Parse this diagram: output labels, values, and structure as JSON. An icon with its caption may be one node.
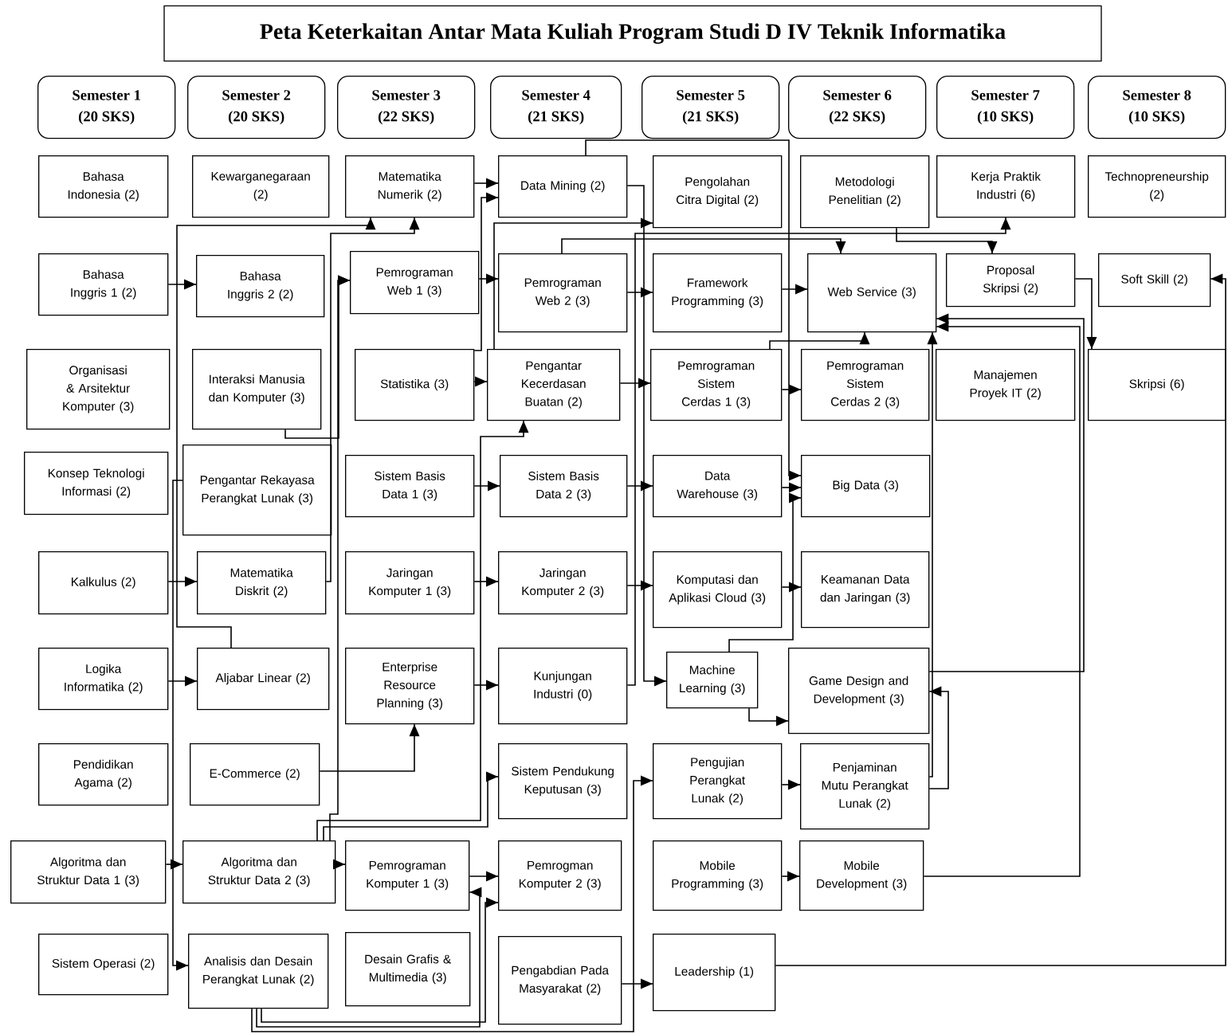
{
  "diagram": {
    "title": "Peta Keterkaitan Antar Mata Kuliah Program Studi D IV Teknik Informatika",
    "nodes": [
      {
        "text": [
          "Semester 1",
          "(20 SKS)"
        ]
      },
      {
        "text": [
          "Semester 2",
          "(20 SKS)"
        ]
      },
      {
        "text": [
          "Semester 3",
          "(22 SKS)"
        ]
      },
      {
        "text": [
          "Semester 4",
          "(21 SKS)"
        ]
      },
      {
        "text": [
          "Semester 5",
          "(21 SKS)"
        ]
      },
      {
        "text": [
          "Semester 6",
          "(22 SKS)"
        ]
      },
      {
        "text": [
          "Semester 7",
          "(10 SKS)"
        ]
      },
      {
        "text": [
          "Semester 8",
          "(10 SKS)"
        ]
      },
      {
        "text": [
          "Bahasa Indonesia (2)"
        ]
      },
      {
        "text": [
          "Bahasa Inggris 1 (2)"
        ]
      },
      {
        "text": [
          "Organisasi & Arsitektur Komputer (3)"
        ]
      },
      {
        "text": [
          "Konsep Teknologi Informasi (2)"
        ]
      },
      {
        "text": [
          "Kalkulus (2)"
        ]
      },
      {
        "text": [
          "Logika Informatika (2)"
        ]
      },
      {
        "text": [
          "Pendidikan Agama (2)"
        ]
      },
      {
        "text": [
          "Algoritma dan Struktur Data 1 (3)"
        ]
      },
      {
        "text": [
          "Sistem Operasi (2)"
        ]
      },
      {
        "text": [
          "Kewarganegaraan (2)"
        ]
      },
      {
        "text": [
          "Bahasa Inggris 2 (2)"
        ]
      },
      {
        "text": [
          "Interaksi Manusia dan Komputer (3)"
        ]
      },
      {
        "text": [
          "Pengantar Rekayasa Perangkat Lunak (3)"
        ]
      },
      {
        "text": [
          "Matematika Diskrit (2)"
        ]
      },
      {
        "text": [
          "Aljabar Linear (2)"
        ]
      },
      {
        "text": [
          "E-Commerce (2)"
        ]
      },
      {
        "text": [
          "Algoritma dan Struktur Data 2 (3)"
        ]
      },
      {
        "text": [
          "Analisis dan Desain Perangkat Lunak (2)"
        ]
      },
      {
        "text": [
          "Matematika Numerik (2)"
        ]
      },
      {
        "text": [
          "Pemrograman Web 1 (3)"
        ]
      },
      {
        "text": [
          "Statistika (3)"
        ]
      },
      {
        "text": [
          "Sistem Basis Data 1 (3)"
        ]
      },
      {
        "text": [
          "Jaringan Komputer 1 (3)"
        ]
      },
      {
        "text": [
          "Enterprise Resource Planning (3)"
        ]
      },
      {
        "text": [
          "Pemrograman Komputer 1 (3)"
        ]
      },
      {
        "text": [
          "Desain Grafis & Multimedia (3)"
        ]
      },
      {
        "text": [
          "Data Mining (2)"
        ]
      },
      {
        "text": [
          "Pemrograman Web 2 (3)"
        ]
      },
      {
        "text": [
          "Pengantar Kecerdasan Buatan (2)"
        ]
      },
      {
        "text": [
          "Sistem Basis Data 2 (3)"
        ]
      },
      {
        "text": [
          "Jaringan Komputer 2 (3)"
        ]
      },
      {
        "text": [
          "Kunjungan Industri (0)"
        ]
      },
      {
        "text": [
          "Sistem Pendukung Keputusan (3)"
        ]
      },
      {
        "text": [
          "Pemrogman Komputer 2 (3)"
        ]
      },
      {
        "text": [
          "Pengabdian Pada Masyarakat (2)"
        ]
      },
      {
        "text": [
          "Pengolahan Citra Digital (2)"
        ]
      },
      {
        "text": [
          "Framework Programming (3)"
        ]
      },
      {
        "text": [
          "Pemrograman Sistem Cerdas 1 (3)"
        ]
      },
      {
        "text": [
          "Data Warehouse (3)"
        ]
      },
      {
        "text": [
          "Komputasi dan Aplikasi Cloud (3)"
        ]
      },
      {
        "text": [
          "Machine Learning (3)"
        ]
      },
      {
        "text": [
          "Pengujian Perangkat Lunak (2)"
        ]
      },
      {
        "text": [
          "Mobile Programming (3)"
        ]
      },
      {
        "text": [
          "Leadership (1)"
        ]
      },
      {
        "text": [
          "Metodologi Penelitian (2)"
        ]
      },
      {
        "text": [
          "Web Service (3)"
        ]
      },
      {
        "text": [
          "Pemrograman Sistem Cerdas 2 (3)"
        ]
      },
      {
        "text": [
          "Big Data (3)"
        ]
      },
      {
        "text": [
          "Keamanan Data dan Jaringan (3)"
        ]
      },
      {
        "text": [
          "Game Design and Development (3)"
        ]
      },
      {
        "text": [
          "Penjaminan Mutu Perangkat Lunak (2)"
        ]
      },
      {
        "text": [
          "Mobile Development (3)"
        ]
      },
      {
        "text": [
          "Kerja Praktik Industri (6)"
        ]
      },
      {
        "text": [
          "Proposal Skripsi (2)"
        ]
      },
      {
        "text": [
          "Manajemen Proyek IT (2)"
        ]
      },
      {
        "text": [
          "Technopreneurship (2)"
        ]
      },
      {
        "text": [
          "Soft Skill (2)"
        ]
      },
      {
        "text": [
          "Skripsi (6)"
        ]
      }
    ],
    "edges": [
      {
        "from": 9,
        "to": 18,
        "arrow": "to"
      },
      {
        "from": 12,
        "to": 21,
        "arrow": "to"
      },
      {
        "from": 13,
        "to": 22,
        "arrow": "to"
      },
      {
        "from": 15,
        "to": 24,
        "arrow": "to"
      },
      {
        "from": 24,
        "to": 32,
        "arrow": "to"
      },
      {
        "from": 32,
        "to": 41,
        "arrow": "to"
      },
      {
        "from": 20,
        "to": 25,
        "arrow": "to"
      },
      {
        "from": 22,
        "to": 26,
        "arrow": "to"
      },
      {
        "from": 21,
        "to": 26,
        "arrow": "to"
      },
      {
        "from": 19,
        "to": 27,
        "arrow": "to"
      },
      {
        "from": 24,
        "to": 27,
        "arrow": "to"
      },
      {
        "from": 24,
        "to": 36,
        "arrow": "to"
      },
      {
        "from": 24,
        "to": 40,
        "arrow": "to"
      },
      {
        "from": 27,
        "to": 35,
        "arrow": "to"
      },
      {
        "from": 35,
        "to": 44,
        "arrow": "to"
      },
      {
        "from": 44,
        "to": 53,
        "arrow": "to"
      },
      {
        "from": 28,
        "to": 36,
        "arrow": "to"
      },
      {
        "from": 28,
        "to": 34,
        "arrow": "to"
      },
      {
        "from": 26,
        "to": 34,
        "arrow": "to"
      },
      {
        "from": 36,
        "to": 45,
        "arrow": "to"
      },
      {
        "from": 36,
        "to": 43,
        "arrow": "to"
      },
      {
        "from": 34,
        "to": 48,
        "arrow": "to"
      },
      {
        "from": 34,
        "to": 55,
        "arrow": "to"
      },
      {
        "from": 35,
        "to": 53,
        "arrow": "to"
      },
      {
        "from": 45,
        "to": 54,
        "arrow": "to"
      },
      {
        "from": 45,
        "to": 53,
        "arrow": "to"
      },
      {
        "from": 29,
        "to": 37,
        "arrow": "to"
      },
      {
        "from": 37,
        "to": 46,
        "arrow": "to"
      },
      {
        "from": 46,
        "to": 55,
        "arrow": "to"
      },
      {
        "from": 48,
        "to": 55,
        "arrow": "to"
      },
      {
        "from": 30,
        "to": 38,
        "arrow": "to"
      },
      {
        "from": 38,
        "to": 47,
        "arrow": "to"
      },
      {
        "from": 47,
        "to": 56,
        "arrow": "to"
      },
      {
        "from": 31,
        "to": 39,
        "arrow": "to"
      },
      {
        "from": 23,
        "to": 31,
        "arrow": "to"
      },
      {
        "from": 39,
        "to": 60,
        "arrow": "to"
      },
      {
        "from": 48,
        "to": 57,
        "arrow": "to"
      },
      {
        "from": 49,
        "to": 58,
        "arrow": "to"
      },
      {
        "from": 58,
        "to": 57,
        "arrow": "to"
      },
      {
        "from": 58,
        "to": 53,
        "arrow": "to"
      },
      {
        "from": 57,
        "to": 53,
        "arrow": "to"
      },
      {
        "from": 59,
        "to": 53,
        "arrow": "to"
      },
      {
        "from": 50,
        "to": 59,
        "arrow": "to"
      },
      {
        "from": 42,
        "to": 51,
        "arrow": "to"
      },
      {
        "from": 51,
        "to": 64,
        "arrow": "to"
      },
      {
        "from": 52,
        "to": 61,
        "arrow": "to"
      },
      {
        "from": 61,
        "to": 65,
        "arrow": "to"
      },
      {
        "from": 25,
        "to": 49,
        "arrow": "to"
      },
      {
        "from": 25,
        "to": 32,
        "arrow": "to"
      },
      {
        "from": 25,
        "to": 41,
        "arrow": "to"
      }
    ]
  }
}
